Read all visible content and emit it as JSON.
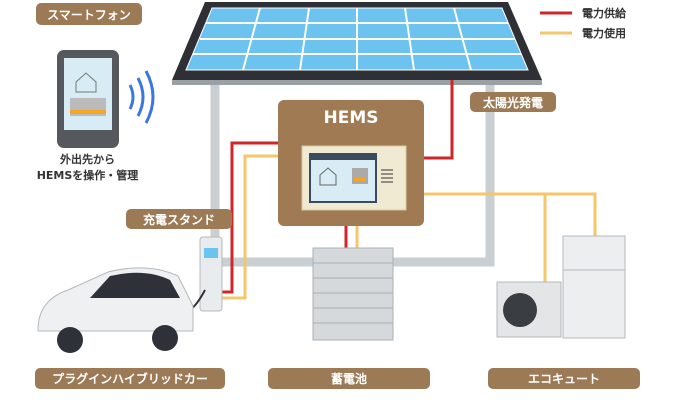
{
  "title": "HEMS",
  "legend": {
    "supply": "電力供給",
    "use": "電力使用"
  },
  "labels": {
    "smartphone": "スマートフォン",
    "smartphone_desc_1": "外出先から",
    "smartphone_desc_2": "HEMSを操作・管理",
    "solar": "太陽光発電",
    "charger": "充電スタンド",
    "car": "プラグインハイブリッドカー",
    "battery": "蓄電池",
    "ecocute": "エコキュート"
  },
  "colors": {
    "supply": "#d0262a",
    "use": "#f5c66a",
    "brand": "#9c7a55",
    "panel": "#3aa4e6"
  }
}
